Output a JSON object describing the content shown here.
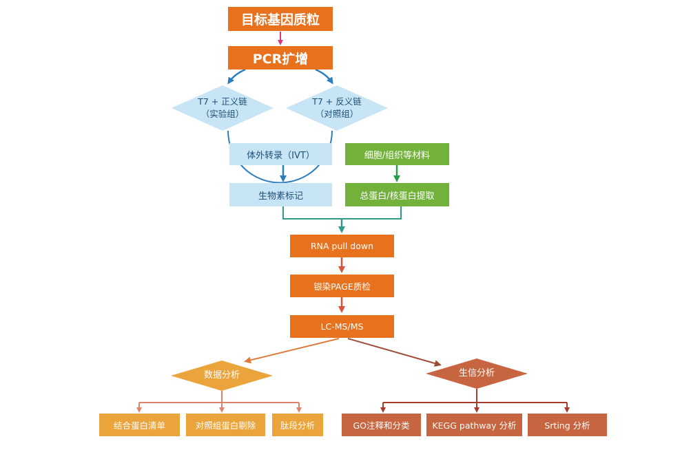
{
  "nodes": {
    "target_plasmid": "目标基因质粒",
    "pcr": "PCR扩增",
    "t7_sense_line1": "T7 + 正义链",
    "t7_sense_line2": "（实验组）",
    "t7_antisense_line1": "T7 + 反义链",
    "t7_antisense_line2": "（对照组）",
    "ivt": "体外转录（IVT）",
    "biotin": "生物素标记",
    "cell_tissue": "细胞/组织等材料",
    "total_protein": "总蛋白/核蛋白提取",
    "rna_pulldown": "RNA pull down",
    "silver_page": "银染PAGE质检",
    "lcms": "LC-MS/MS",
    "data_analysis": "数据分析",
    "bioinfo": "生信分析",
    "binding_list": "结合蛋白清单",
    "control_removal": "对照组蛋白剔除",
    "peptide": "肽段分析",
    "go": "GO注释和分类",
    "kegg": "KEGG pathway 分析",
    "string": "Srting 分析"
  },
  "colors": {
    "orange": "#e8711e",
    "light_blue": "#c7e5f4",
    "green": "#72b23b",
    "gold": "#eba33b",
    "rust": "#c6653f",
    "pink_arrow": "#d63a7a",
    "blue_arrow": "#2a7ec0",
    "green_arrow": "#27a048",
    "teal_arrow": "#2f9a8c",
    "red_arrow": "#d9533a"
  }
}
